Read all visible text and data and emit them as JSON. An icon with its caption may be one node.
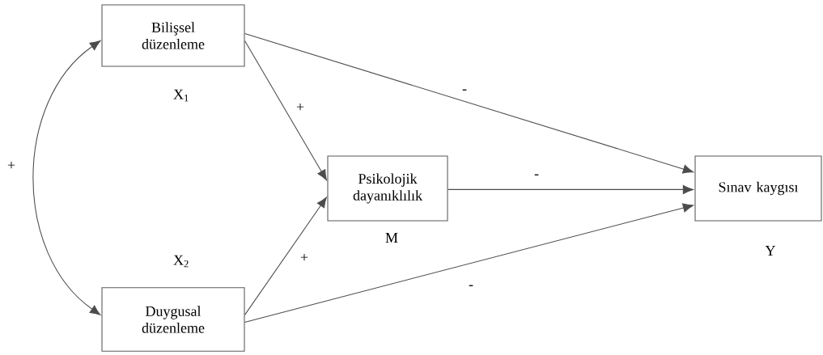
{
  "diagram": {
    "nodes": [
      {
        "text": [
          "Bilişsel düzenleme"
        ],
        "beside": [
          "X$_{1}$"
        ]
      },
      {
        "text": [
          "Psikolojik dayanıklılık"
        ],
        "beside": [
          "M"
        ]
      },
      {
        "text": [
          "Sınav kaygısı"
        ],
        "beside": [
          "Y"
        ]
      },
      {
        "text": [
          "Duygusal düzenleme"
        ],
        "beside": [
          "X$_{2}$"
        ]
      }
    ],
    "edges": [
      {
        "from": 0,
        "to": 3,
        "arrow": "both",
        "label": "+"
      },
      {
        "from": 0,
        "to": 1,
        "arrow": "to",
        "label": "+"
      },
      {
        "from": 3,
        "to": 1,
        "arrow": "to",
        "label": "+"
      },
      {
        "from": 0,
        "to": 2,
        "arrow": "to",
        "label": "-"
      },
      {
        "from": 1,
        "to": 2,
        "arrow": "to",
        "label": "-"
      },
      {
        "from": 3,
        "to": 2,
        "arrow": "to",
        "label": "-"
      }
    ]
  }
}
